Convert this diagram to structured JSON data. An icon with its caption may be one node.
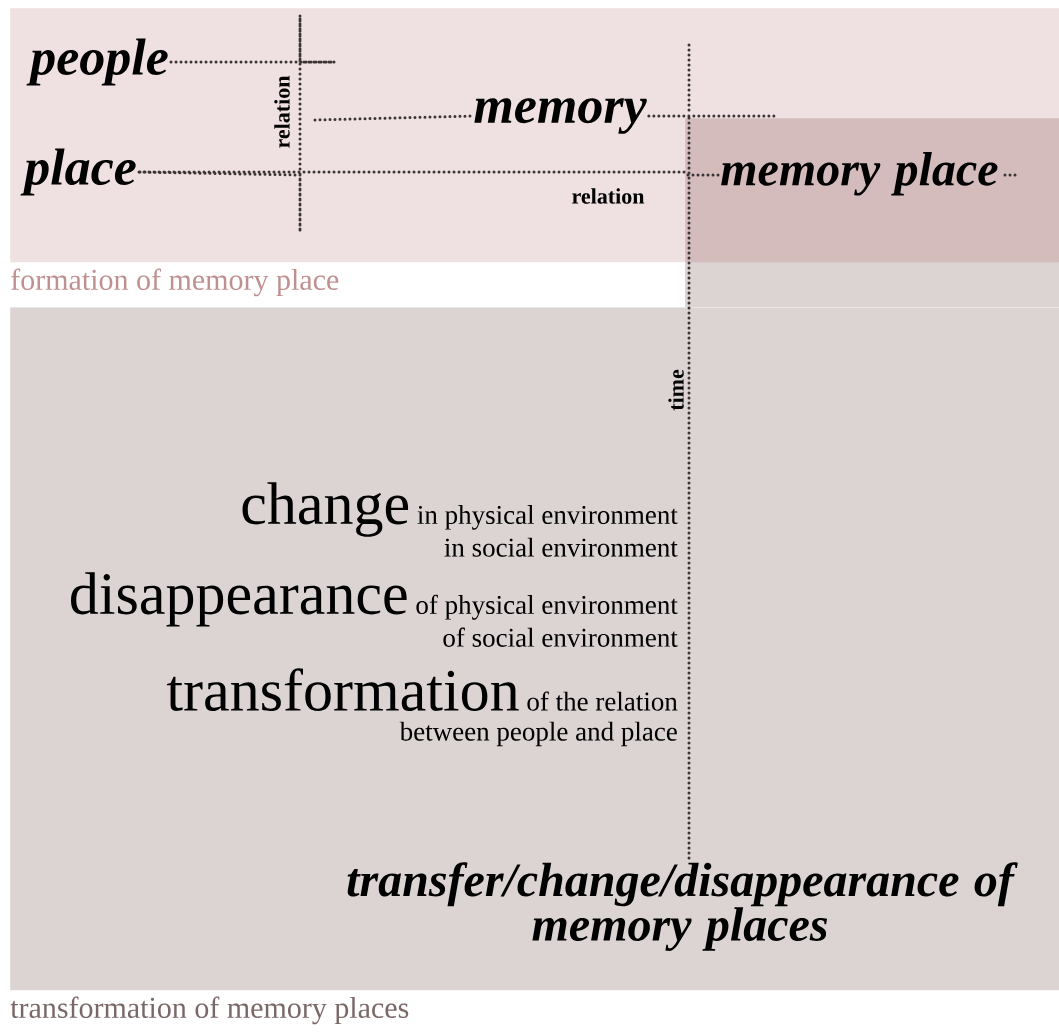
{
  "diagram": {
    "nodes": [
      {
        "text": [
          "formation of memory place"
        ]
      },
      {
        "text": [
          "transformation of memory places"
        ]
      },
      {
        "text": [
          "people"
        ],
        "in": 0
      },
      {
        "text": [
          "place"
        ],
        "in": 0
      },
      {
        "text": [
          "memory"
        ],
        "in": 0
      },
      {
        "text": [
          "memory place"
        ],
        "in": 0
      },
      {
        "text": [
          "change",
          "in physical environment in social environment"
        ],
        "in": 1
      },
      {
        "text": [
          "disappearance",
          "of physical environment of social environment"
        ],
        "in": 1
      },
      {
        "text": [
          "transformation",
          "of the relation between people and place"
        ],
        "in": 1
      },
      {
        "text": [
          "transfer/change/disappearance of memory places"
        ],
        "in": 1
      }
    ],
    "edges": [
      {
        "from": 3,
        "to": 5,
        "arrow": "none",
        "label": "relation"
      },
      {
        "from": 2,
        "to": 3,
        "arrow": "none",
        "label": "relation"
      },
      {
        "from": null,
        "to": 4,
        "arrow": "none"
      },
      {
        "from": 5,
        "to": 9,
        "arrow": "none",
        "label": "time"
      },
      {
        "from": 4,
        "to": 5,
        "arrow": "none"
      }
    ]
  }
}
